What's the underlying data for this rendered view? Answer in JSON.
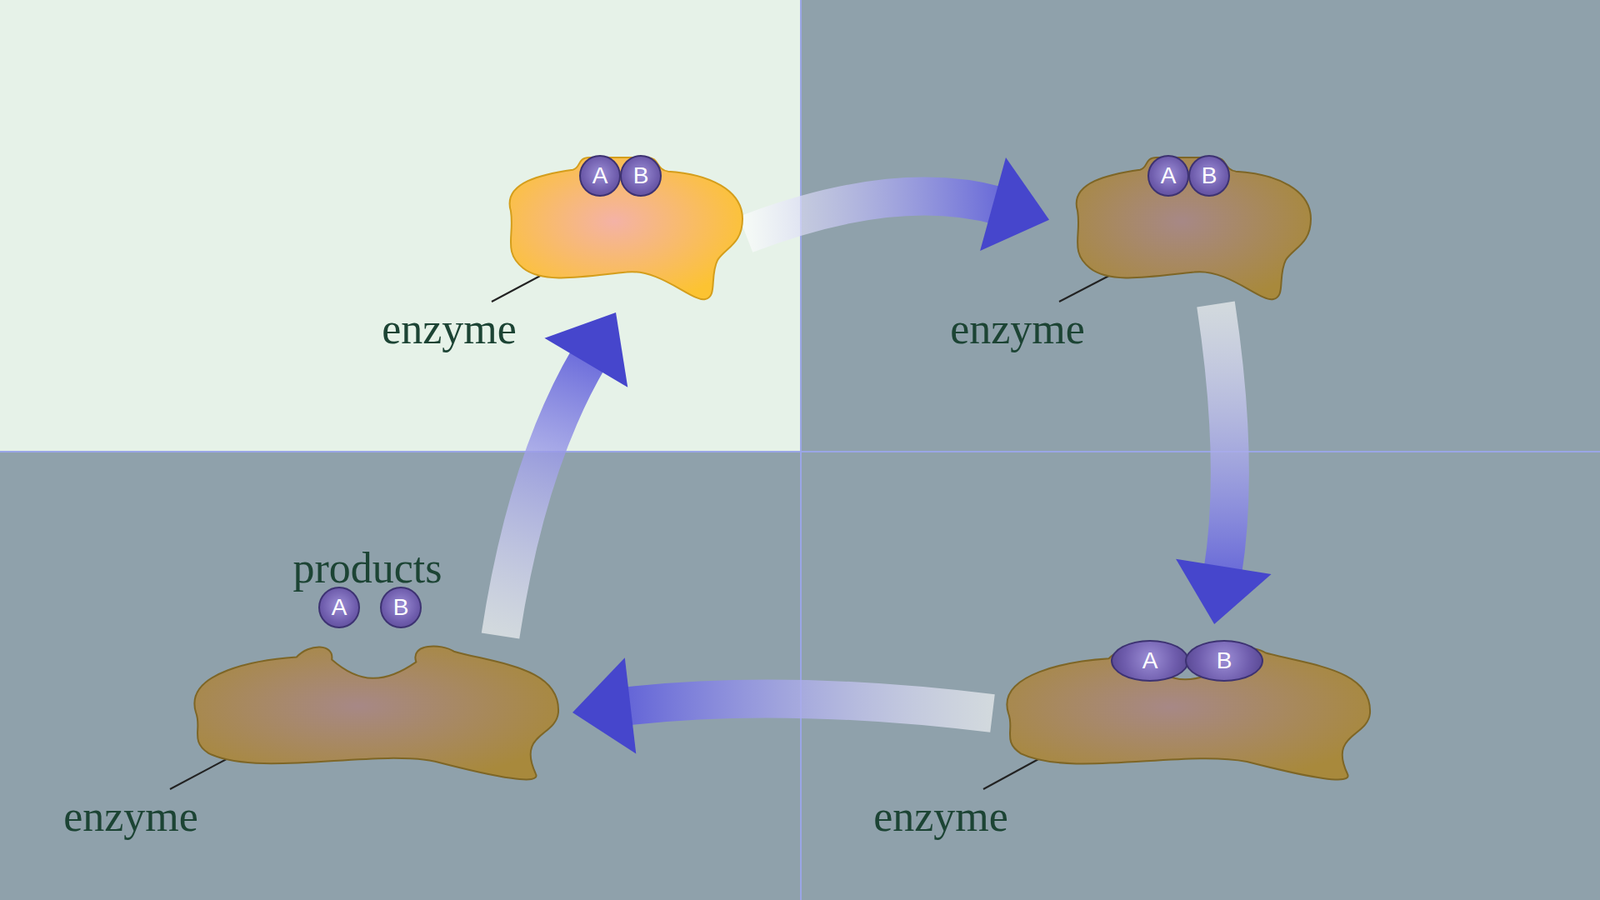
{
  "diagram": {
    "nodes": [
      {
        "text": [
          "enzyme"
        ]
      },
      {
        "text": [
          "A"
        ],
        "in": 0
      },
      {
        "text": [
          "B"
        ],
        "in": 0
      },
      {
        "text": [
          "enzyme"
        ]
      },
      {
        "text": [
          "A"
        ],
        "in": 3
      },
      {
        "text": [
          "B"
        ],
        "in": 3
      },
      {
        "text": [
          "A"
        ]
      },
      {
        "text": [
          "B"
        ]
      },
      {
        "text": [
          "enzyme"
        ]
      },
      {
        "text": [
          "enzyme"
        ]
      },
      {
        "text": [
          "A"
        ],
        "in": 9
      },
      {
        "text": [
          "B"
        ],
        "in": 9
      }
    ],
    "edges": [
      {
        "from": 0,
        "to": 3,
        "arrow": "to"
      },
      {
        "from": 3,
        "to": 9,
        "arrow": "to"
      },
      {
        "from": 9,
        "to": 8,
        "arrow": "to"
      },
      {
        "from": 8,
        "to": 0,
        "arrow": "to"
      }
    ],
    "labels": [
      "products"
    ]
  }
}
